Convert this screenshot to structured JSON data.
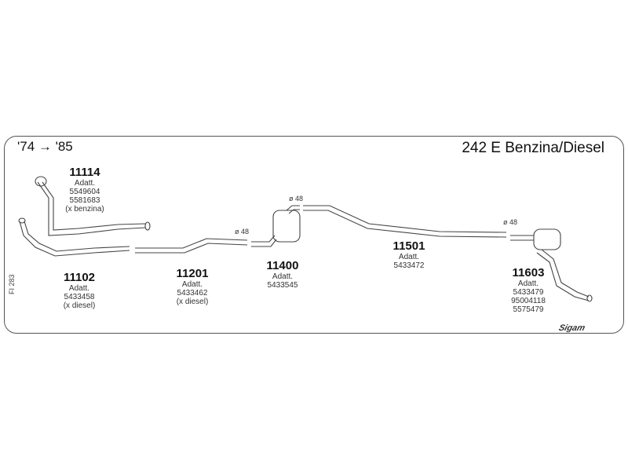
{
  "header": {
    "years": "'74 → '85",
    "model": "242 E Benzina/Diesel"
  },
  "side_code": "FI 283",
  "logo": "Sigam",
  "parts": [
    {
      "code": "11114",
      "lines": [
        "Adatt.",
        "5549604",
        "5581683",
        "(x benzina)"
      ]
    },
    {
      "code": "11102",
      "lines": [
        "Adatt.",
        "5433458",
        "(x diesel)"
      ]
    },
    {
      "code": "11201",
      "lines": [
        "Adatt.",
        "5433462",
        "(x diesel)"
      ]
    },
    {
      "code": "11400",
      "lines": [
        "Adatt.",
        "5433545"
      ]
    },
    {
      "code": "11501",
      "lines": [
        "Adatt.",
        "5433472"
      ]
    },
    {
      "code": "11603",
      "lines": [
        "Adatt.",
        "5433479",
        "95004118",
        "5575479"
      ]
    }
  ],
  "diameters": [
    "ø 48",
    "ø 48",
    "ø 48"
  ]
}
